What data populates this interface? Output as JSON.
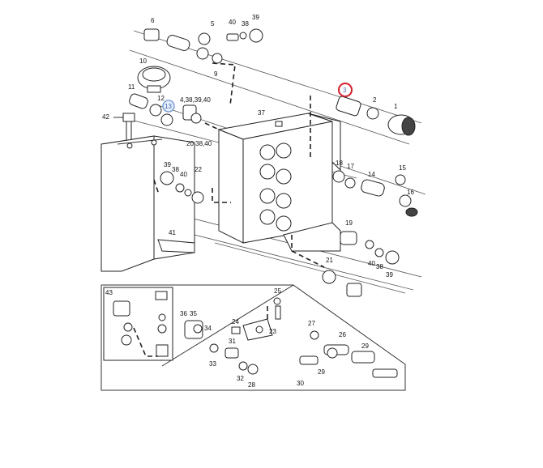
{
  "labels": {
    "l6": "6",
    "l40a": "40",
    "l38a": "38",
    "l39a": "39",
    "l10": "10",
    "l5": "5",
    "l9": "9",
    "l3": "3",
    "l2": "2",
    "l1": "1",
    "l11": "11",
    "l12": "12",
    "l13": "13",
    "l4383940": "4,38,39,40",
    "l42": "42",
    "l37": "37",
    "l203840": "20,38,40",
    "l39b": "39",
    "l38b": "38",
    "l40b": "40",
    "l22": "22",
    "l18": "18",
    "l17": "17",
    "l14": "14",
    "l15": "15",
    "l16": "16",
    "l41": "41",
    "l19": "19",
    "l40c": "40",
    "l38c": "38",
    "l39c": "39",
    "l21": "21",
    "l43": "43",
    "l25": "25",
    "l36": "36",
    "l35": "35",
    "l34": "34",
    "l33": "33",
    "l24": "24",
    "l23": "23",
    "l27": "27",
    "l26": "26",
    "l29": "29",
    "l31": "31",
    "l32": "32",
    "l28": "28",
    "l30": "30",
    "l29b": "29"
  },
  "highlight_colors": {
    "selected": "#d0202a",
    "secondary": "#7aa0d6"
  }
}
